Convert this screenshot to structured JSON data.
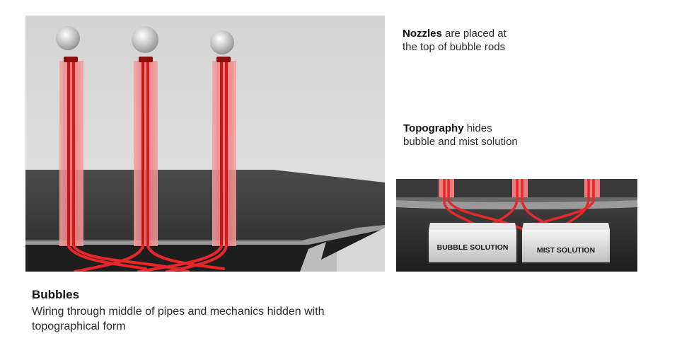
{
  "captions": {
    "nozzles": {
      "bold": "Nozzles",
      "text": " are placed at the top of bubble rods"
    },
    "topography": {
      "bold": "Topography",
      "text": " hides bubble and mist solution"
    },
    "bubbles": {
      "title": "Bubbles",
      "description": "Wiring through middle of pipes and mechanics hidden with topographical form"
    }
  },
  "render_labels": {
    "bubble_solution": "BUBBLE SOLUTION",
    "mist_solution": "MIST SOLUTION"
  },
  "colors": {
    "wire": "#e8272b",
    "rod_glow": "#ff6b6b",
    "wall": "#dcdcdc",
    "floor": "#3a3a3a"
  }
}
